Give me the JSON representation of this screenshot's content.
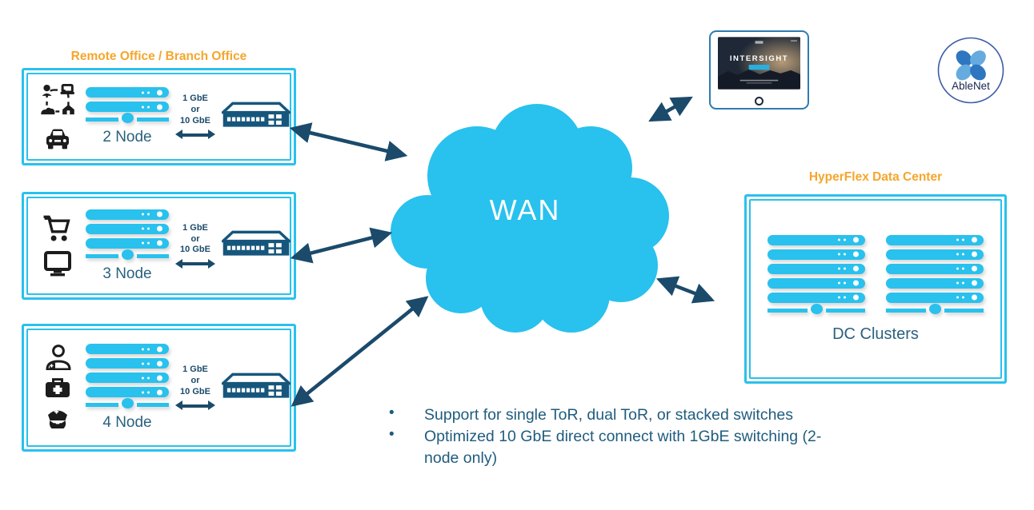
{
  "colors": {
    "cyan": "#29C1ED",
    "navy_arrow": "#1B4A6B",
    "switch_navy": "#16567C",
    "orange_title": "#F5A62C",
    "teal_text": "#2A617F",
    "bullet_text": "#1F5C7E",
    "logo_dark_blue": "#2E76C0",
    "logo_light_blue": "#66ABDF"
  },
  "remote": {
    "title": "Remote Office / Branch Office",
    "clusters": [
      {
        "label": "2 Node",
        "nodes": 2,
        "link": {
          "line1": "1 GbE",
          "line2": "or",
          "line3": "10 GbE"
        },
        "icons": [
          "remote-work",
          "car"
        ]
      },
      {
        "label": "3 Node",
        "nodes": 3,
        "link": {
          "line1": "1 GbE",
          "line2": "or",
          "line3": "10 GbE"
        },
        "icons": [
          "shopping-cart",
          "monitor"
        ]
      },
      {
        "label": "4 Node",
        "nodes": 4,
        "link": {
          "line1": "1 GbE",
          "line2": "or",
          "line3": "10 GbE"
        },
        "icons": [
          "doctor",
          "first-aid-kit",
          "nurse"
        ]
      }
    ]
  },
  "wan": {
    "label": "WAN"
  },
  "intersight": {
    "title": "INTERSIGHT"
  },
  "logo": {
    "text": "AbleNet"
  },
  "datacenter": {
    "title": "HyperFlex Data Center",
    "label": "DC Clusters",
    "stacks": [
      {
        "nodes": 5
      },
      {
        "nodes": 5
      }
    ]
  },
  "bullets": [
    "Support for single ToR, dual ToR, or stacked switches",
    "Optimized 10 GbE direct connect with 1GbE switching (2-node only)"
  ]
}
